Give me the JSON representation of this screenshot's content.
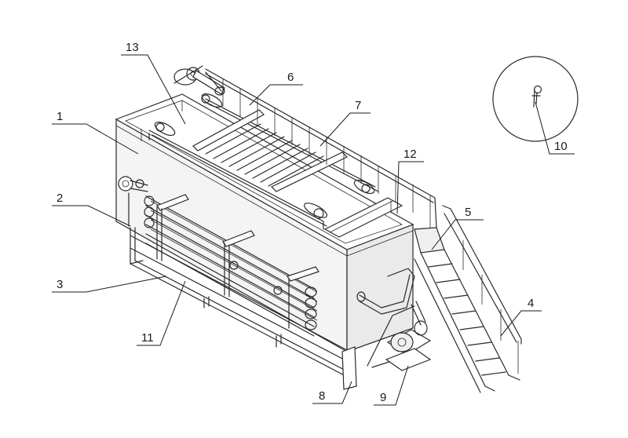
{
  "colors": {
    "ink": "#2a2a2a",
    "tank_side": "#f4f4f4",
    "tank_front": "#eaeaea",
    "tank_top": "#ffffff",
    "background": "#ffffff"
  },
  "callouts": [
    {
      "id": "1",
      "text": "1"
    },
    {
      "id": "2",
      "text": "2"
    },
    {
      "id": "3",
      "text": "3"
    },
    {
      "id": "4",
      "text": "4"
    },
    {
      "id": "5",
      "text": "5"
    },
    {
      "id": "6",
      "text": "6"
    },
    {
      "id": "7",
      "text": "7"
    },
    {
      "id": "8",
      "text": "8"
    },
    {
      "id": "9",
      "text": "9"
    },
    {
      "id": "10",
      "text": "10"
    },
    {
      "id": "11",
      "text": "11"
    },
    {
      "id": "12",
      "text": "12"
    },
    {
      "id": "13",
      "text": "13"
    }
  ]
}
